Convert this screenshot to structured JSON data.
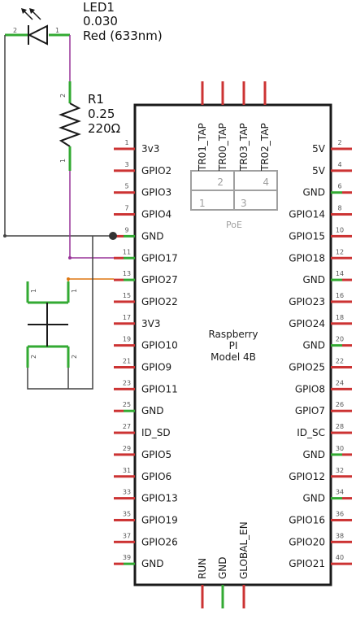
{
  "led": {
    "name": "LED1",
    "value": "0.030",
    "color_label": "Red (633nm)",
    "pin_left": "2",
    "pin_right": "1"
  },
  "resistor": {
    "name": "R1",
    "power": "0.25",
    "value": "220Ω",
    "pin_top": "2",
    "pin_bottom": "1"
  },
  "button": {
    "pins": [
      "1",
      "1",
      "2",
      "2"
    ]
  },
  "board": {
    "title_lines": [
      "Raspberry",
      "PI",
      "Model 4B"
    ],
    "poe_label": "PoE",
    "poe_cells": [
      "2",
      "4",
      "1",
      "3"
    ],
    "left_pins": [
      {
        "num": "1",
        "label": "3v3",
        "color": "red"
      },
      {
        "num": "3",
        "label": "GPIO2",
        "color": "red"
      },
      {
        "num": "5",
        "label": "GPIO3",
        "color": "red"
      },
      {
        "num": "7",
        "label": "GPIO4",
        "color": "red"
      },
      {
        "num": "9",
        "label": "GND",
        "color": "green"
      },
      {
        "num": "11",
        "label": "GPIO17",
        "color": "green"
      },
      {
        "num": "13",
        "label": "GPIO27",
        "color": "green"
      },
      {
        "num": "15",
        "label": "GPIO22",
        "color": "red"
      },
      {
        "num": "17",
        "label": "3V3",
        "color": "red"
      },
      {
        "num": "19",
        "label": "GPIO10",
        "color": "red"
      },
      {
        "num": "21",
        "label": "GPIO9",
        "color": "red"
      },
      {
        "num": "23",
        "label": "GPIO11",
        "color": "red"
      },
      {
        "num": "25",
        "label": "GND",
        "color": "green"
      },
      {
        "num": "27",
        "label": "ID_SD",
        "color": "red"
      },
      {
        "num": "29",
        "label": "GPIO5",
        "color": "red"
      },
      {
        "num": "31",
        "label": "GPIO6",
        "color": "red"
      },
      {
        "num": "33",
        "label": "GPIO13",
        "color": "red"
      },
      {
        "num": "35",
        "label": "GPIO19",
        "color": "red"
      },
      {
        "num": "37",
        "label": "GPIO26",
        "color": "red"
      },
      {
        "num": "39",
        "label": "GND",
        "color": "green"
      }
    ],
    "right_pins": [
      {
        "num": "2",
        "label": "5V",
        "color": "red"
      },
      {
        "num": "4",
        "label": "5V",
        "color": "red"
      },
      {
        "num": "6",
        "label": "GND",
        "color": "green"
      },
      {
        "num": "8",
        "label": "GPIO14",
        "color": "red"
      },
      {
        "num": "10",
        "label": "GPIO15",
        "color": "red"
      },
      {
        "num": "12",
        "label": "GPIO18",
        "color": "red"
      },
      {
        "num": "14",
        "label": "GND",
        "color": "green"
      },
      {
        "num": "16",
        "label": "GPIO23",
        "color": "red"
      },
      {
        "num": "18",
        "label": "GPIO24",
        "color": "red"
      },
      {
        "num": "20",
        "label": "GND",
        "color": "green"
      },
      {
        "num": "22",
        "label": "GPIO25",
        "color": "red"
      },
      {
        "num": "24",
        "label": "GPIO8",
        "color": "red"
      },
      {
        "num": "26",
        "label": "GPIO7",
        "color": "red"
      },
      {
        "num": "28",
        "label": "ID_SC",
        "color": "red"
      },
      {
        "num": "30",
        "label": "GND",
        "color": "green"
      },
      {
        "num": "32",
        "label": "GPIO12",
        "color": "red"
      },
      {
        "num": "34",
        "label": "GND",
        "color": "green"
      },
      {
        "num": "36",
        "label": "GPIO16",
        "color": "red"
      },
      {
        "num": "38",
        "label": "GPIO20",
        "color": "red"
      },
      {
        "num": "40",
        "label": "GPIO21",
        "color": "red"
      }
    ],
    "top_pins": [
      {
        "label": "TR01_TAP",
        "color": "red"
      },
      {
        "label": "TR00_TAP",
        "color": "red"
      },
      {
        "label": "TR03_TAP",
        "color": "red"
      },
      {
        "label": "TR02_TAP",
        "color": "red"
      }
    ],
    "bottom_pins": [
      {
        "label": "RUN",
        "color": "red"
      },
      {
        "label": "GND",
        "color": "green"
      },
      {
        "label": "GLOBAL_EN",
        "color": "red"
      }
    ]
  },
  "colors": {
    "red": "#cc3333",
    "green": "#33aa33",
    "outline": "#1a1a1a",
    "wire_black": "#444444",
    "wire_purple": "#993399",
    "wire_orange": "#dd7711",
    "poe": "#a0a0a0"
  }
}
